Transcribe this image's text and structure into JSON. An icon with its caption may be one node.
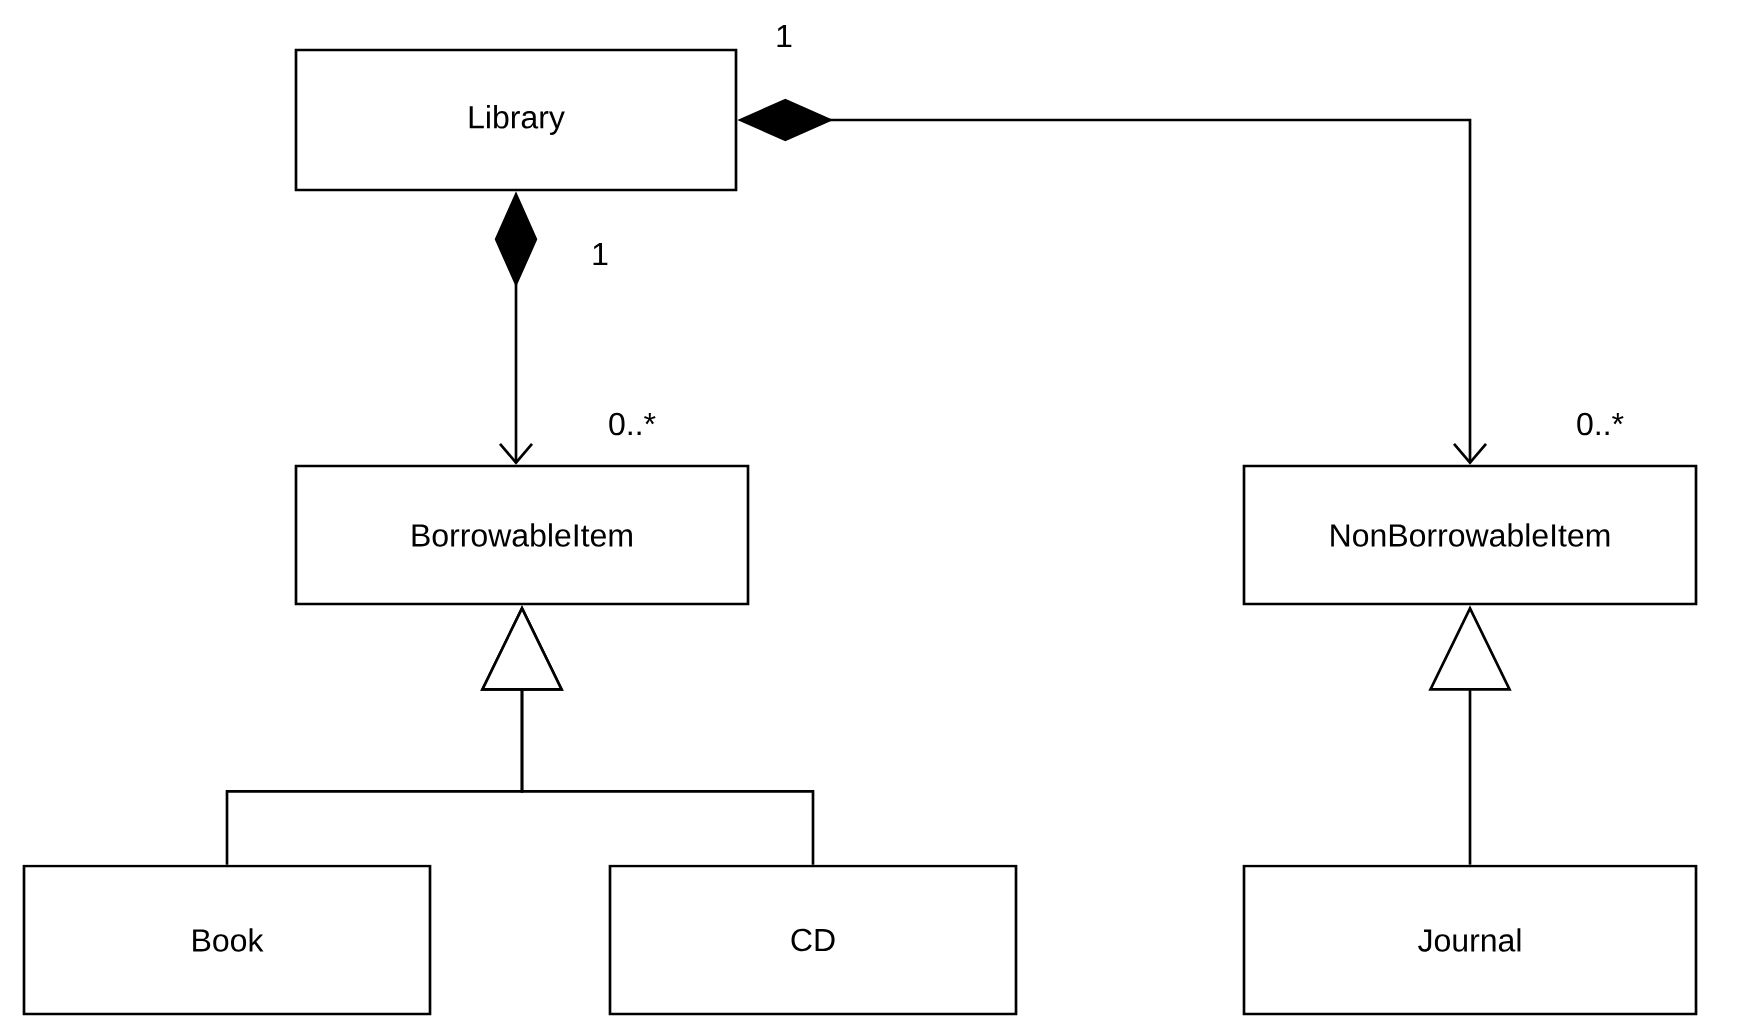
{
  "diagram": {
    "nodes": [
      {
        "text": [
          "Library"
        ]
      },
      {
        "text": [
          "BorrowableItem"
        ]
      },
      {
        "text": [
          "NonBorrowableItem"
        ]
      },
      {
        "text": [
          "Book"
        ]
      },
      {
        "text": [
          "CD"
        ]
      },
      {
        "text": [
          "Journal"
        ]
      }
    ],
    "edges": [
      {
        "from": 0,
        "to": 1,
        "arrow": "to"
      },
      {
        "from": 0,
        "to": 2,
        "arrow": "to"
      },
      {
        "from": 3,
        "to": 1,
        "arrow": "to"
      },
      {
        "from": 4,
        "to": 1,
        "arrow": "to"
      },
      {
        "from": 5,
        "to": 2,
        "arrow": "to"
      }
    ],
    "labels": [
      "1",
      "1",
      "0..*",
      "0..*"
    ]
  }
}
